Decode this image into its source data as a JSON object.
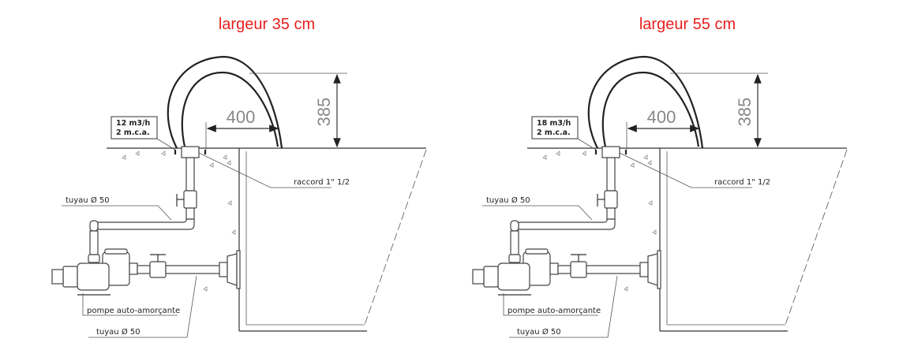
{
  "panels": [
    {
      "title": "largeur 35 cm",
      "flow": "12 m3/h",
      "head": "2 m.c.a.",
      "width_dim": "400",
      "height_dim": "385",
      "fitting_label": "raccord 1\" 1/2",
      "pipe_label_upper": "tuyau Ø 50",
      "pump_label": "pompe auto-amorçante",
      "pipe_label_lower": "tuyau Ø 50"
    },
    {
      "title": "largeur 55 cm",
      "flow": "18 m3/h",
      "head": "2 m.c.a.",
      "width_dim": "400",
      "height_dim": "385",
      "fitting_label": "raccord 1\" 1/2",
      "pipe_label_upper": "tuyau Ø 50",
      "pump_label": "pompe auto-amorçante",
      "pipe_label_lower": "tuyau Ø 50"
    }
  ]
}
